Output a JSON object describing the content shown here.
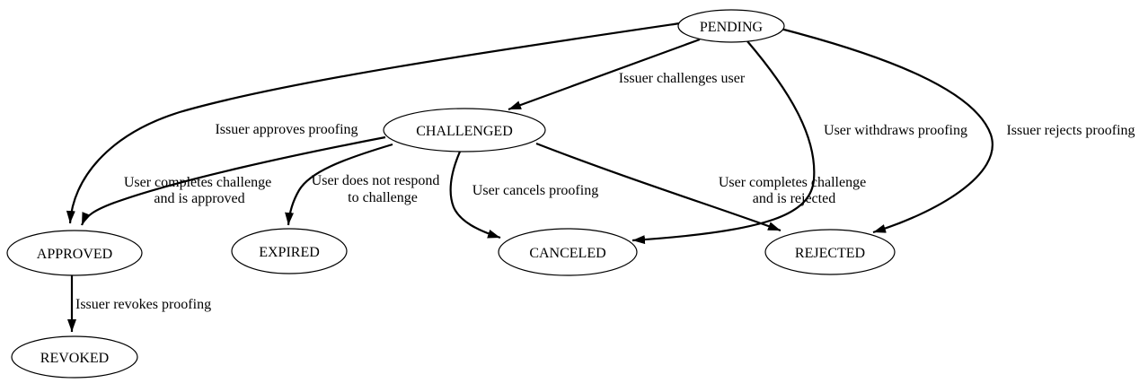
{
  "diagram": {
    "type": "state-machine",
    "colors": {
      "background": "#ffffff",
      "stroke": "#000000",
      "text": "#000000"
    },
    "nodes": [
      {
        "id": "pending",
        "label": "PENDING"
      },
      {
        "id": "challenged",
        "label": "CHALLENGED"
      },
      {
        "id": "approved",
        "label": "APPROVED"
      },
      {
        "id": "expired",
        "label": "EXPIRED"
      },
      {
        "id": "canceled",
        "label": "CANCELED"
      },
      {
        "id": "rejected",
        "label": "REJECTED"
      },
      {
        "id": "revoked",
        "label": "REVOKED"
      }
    ],
    "edges": [
      {
        "from": "PENDING",
        "to": "CHALLENGED",
        "label": "Issuer challenges user"
      },
      {
        "from": "PENDING",
        "to": "APPROVED",
        "label": "Issuer approves proofing"
      },
      {
        "from": "CHALLENGED",
        "to": "APPROVED",
        "label": "User completes challenge and is approved",
        "lines": [
          "User completes challenge",
          "and is approved"
        ]
      },
      {
        "from": "CHALLENGED",
        "to": "EXPIRED",
        "label": "User does not respond to challenge",
        "lines": [
          "User does not respond",
          "to challenge"
        ]
      },
      {
        "from": "CHALLENGED",
        "to": "CANCELED",
        "label": "User cancels proofing"
      },
      {
        "from": "CHALLENGED",
        "to": "REJECTED",
        "label": "User completes challenge and is rejected",
        "lines": [
          "User completes challenge",
          "and is rejected"
        ]
      },
      {
        "from": "PENDING",
        "to": "CANCELED",
        "label": "User withdraws proofing"
      },
      {
        "from": "PENDING",
        "to": "REJECTED",
        "label": "Issuer rejects proofing"
      },
      {
        "from": "APPROVED",
        "to": "REVOKED",
        "label": "Issuer revokes proofing"
      }
    ]
  }
}
